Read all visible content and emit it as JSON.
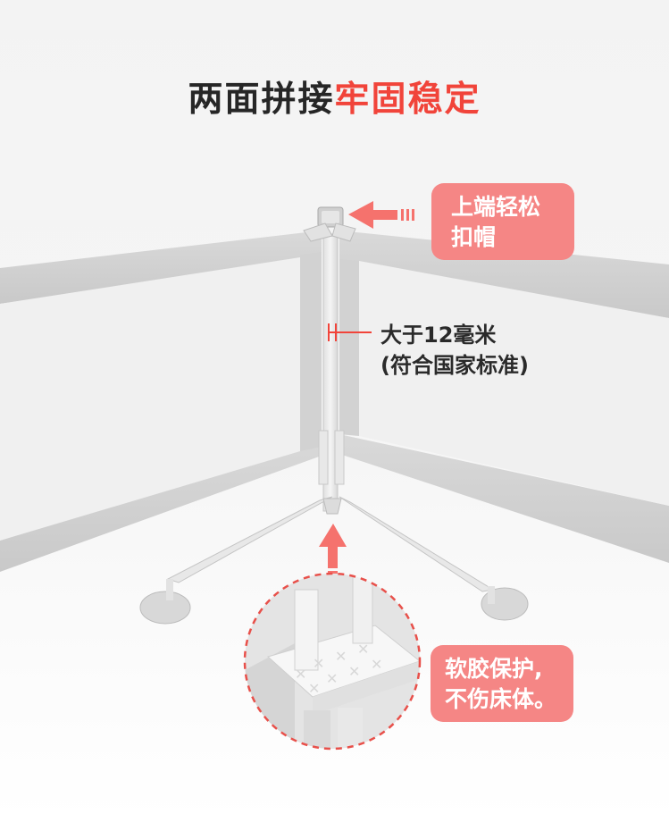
{
  "headline": {
    "part1": "两面拼接",
    "part2": "牢固稳定"
  },
  "callouts": {
    "top": {
      "line1": "上端轻松",
      "line2": "扣帽"
    },
    "bottom": {
      "line1": "软胶保护,",
      "line2": "不伤床体。"
    }
  },
  "dimension": {
    "line1": "大于12毫米",
    "line2": "(符合国家标准)"
  },
  "colors": {
    "accent": "#f1443a",
    "callout_bg": "#f58685",
    "frame": "#d4d4d4"
  }
}
